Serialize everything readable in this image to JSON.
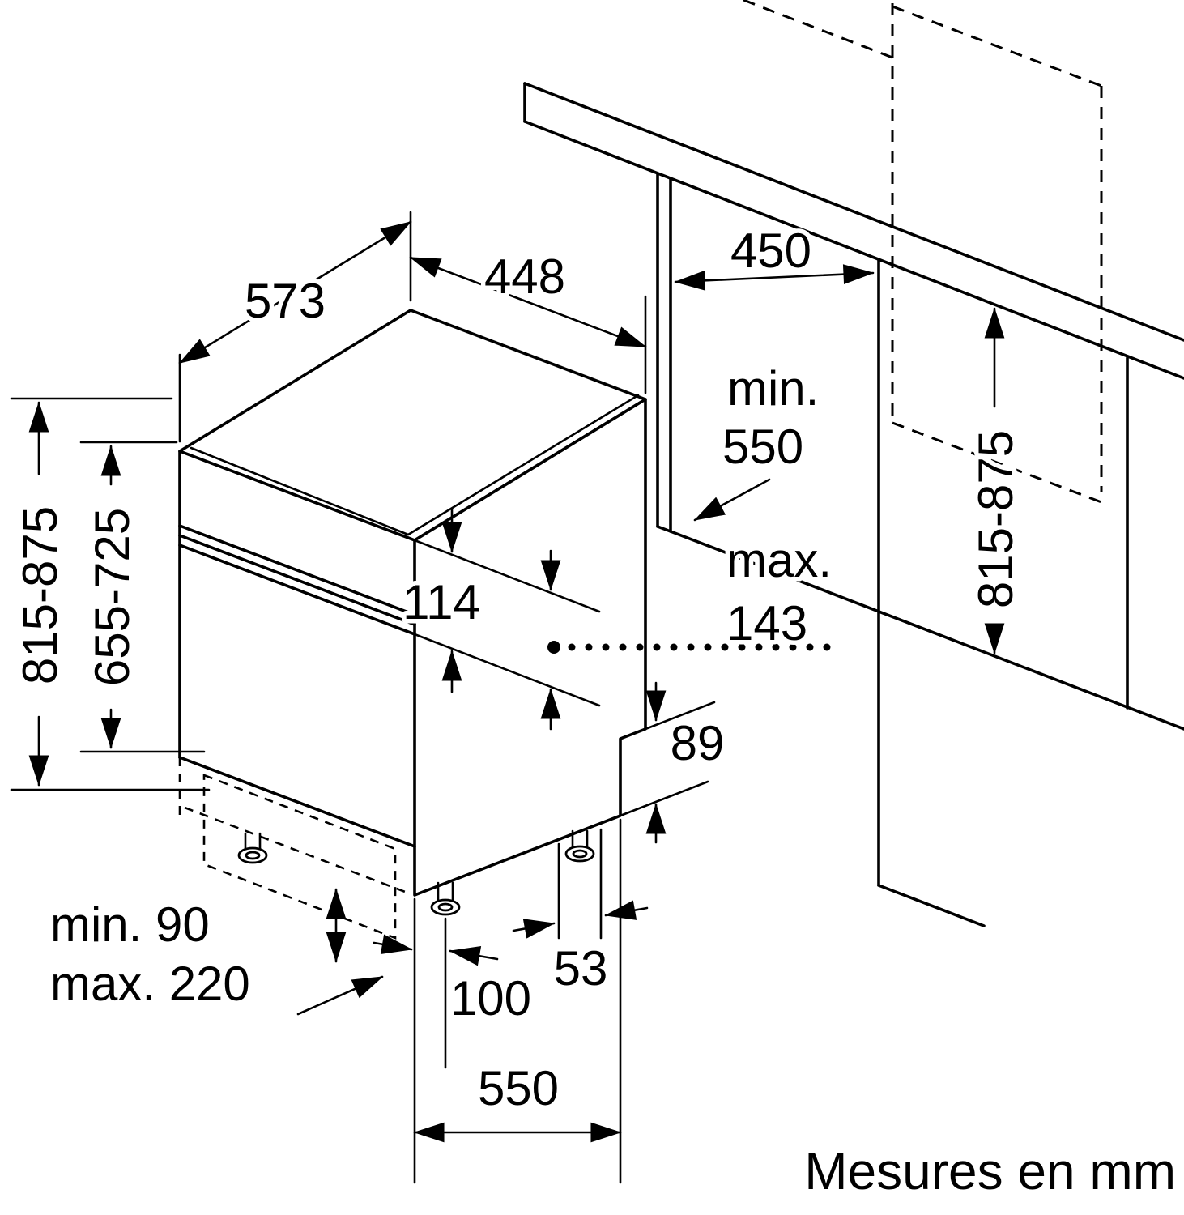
{
  "note": "Mesures en mm",
  "colors": {
    "line": "#000000",
    "background": "#ffffff"
  },
  "dimensions": {
    "top_depth": "573",
    "top_width": "448",
    "niche_width": "450",
    "niche_depth_label": "min.",
    "niche_depth_value": "550",
    "appliance_height": "815-875",
    "door_panel_height": "655-725",
    "control_panel_height": "114",
    "door_offset_label": "max.",
    "door_offset_value": "143",
    "niche_height": "815-875",
    "rear_recess_height": "89",
    "plinth_min": "min. 90",
    "plinth_max": "max. 220",
    "front_foot_offset": "100",
    "rear_foot_offset": "53",
    "appliance_depth": "550"
  }
}
